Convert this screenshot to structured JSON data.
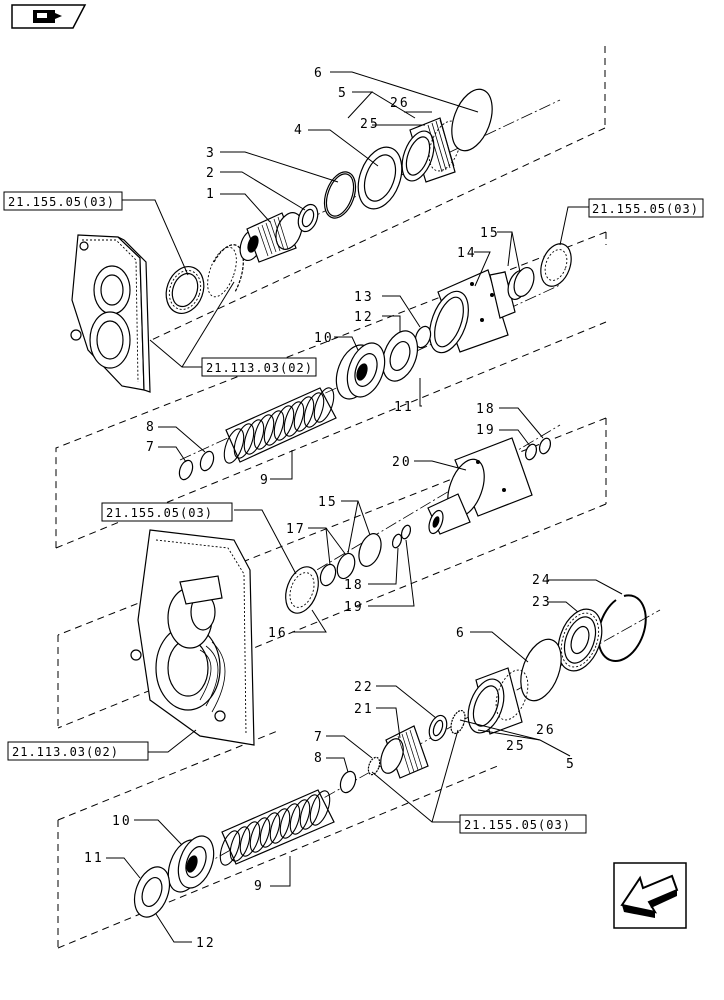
{
  "callouts": {
    "c1": "1",
    "c2": "2",
    "c3": "3",
    "c4": "4",
    "c5a": "5",
    "c6a": "6",
    "c25a": "25",
    "c26a": "26",
    "c7a": "7",
    "c8a": "8",
    "c9a": "9",
    "c10a": "10",
    "c11a": "11",
    "c12a": "12",
    "c13": "13",
    "c14": "14",
    "c15a": "15",
    "c15b": "15",
    "c16": "16",
    "c17": "17",
    "c18a": "18",
    "c18b": "18",
    "c19a": "19",
    "c19b": "19",
    "c20": "20",
    "c21": "21",
    "c22": "22",
    "c23": "23",
    "c24": "24",
    "c5b": "5",
    "c6b": "6",
    "c25b": "25",
    "c26b": "26",
    "c7b": "7",
    "c8b": "8",
    "c9b": "9",
    "c10b": "10",
    "c11b": "11",
    "c12b": "12"
  },
  "references": {
    "r1": "21.155.05(03)",
    "r2": "21.155.05(03)",
    "r3": "21.113.03(02)",
    "r4": "21.155.05(03)",
    "r5": "21.113.03(02)",
    "r6": "21.155.05(03)"
  },
  "icons": {
    "top_left": "book-hand-icon",
    "bottom_right": "navigation-arrow-icon"
  }
}
